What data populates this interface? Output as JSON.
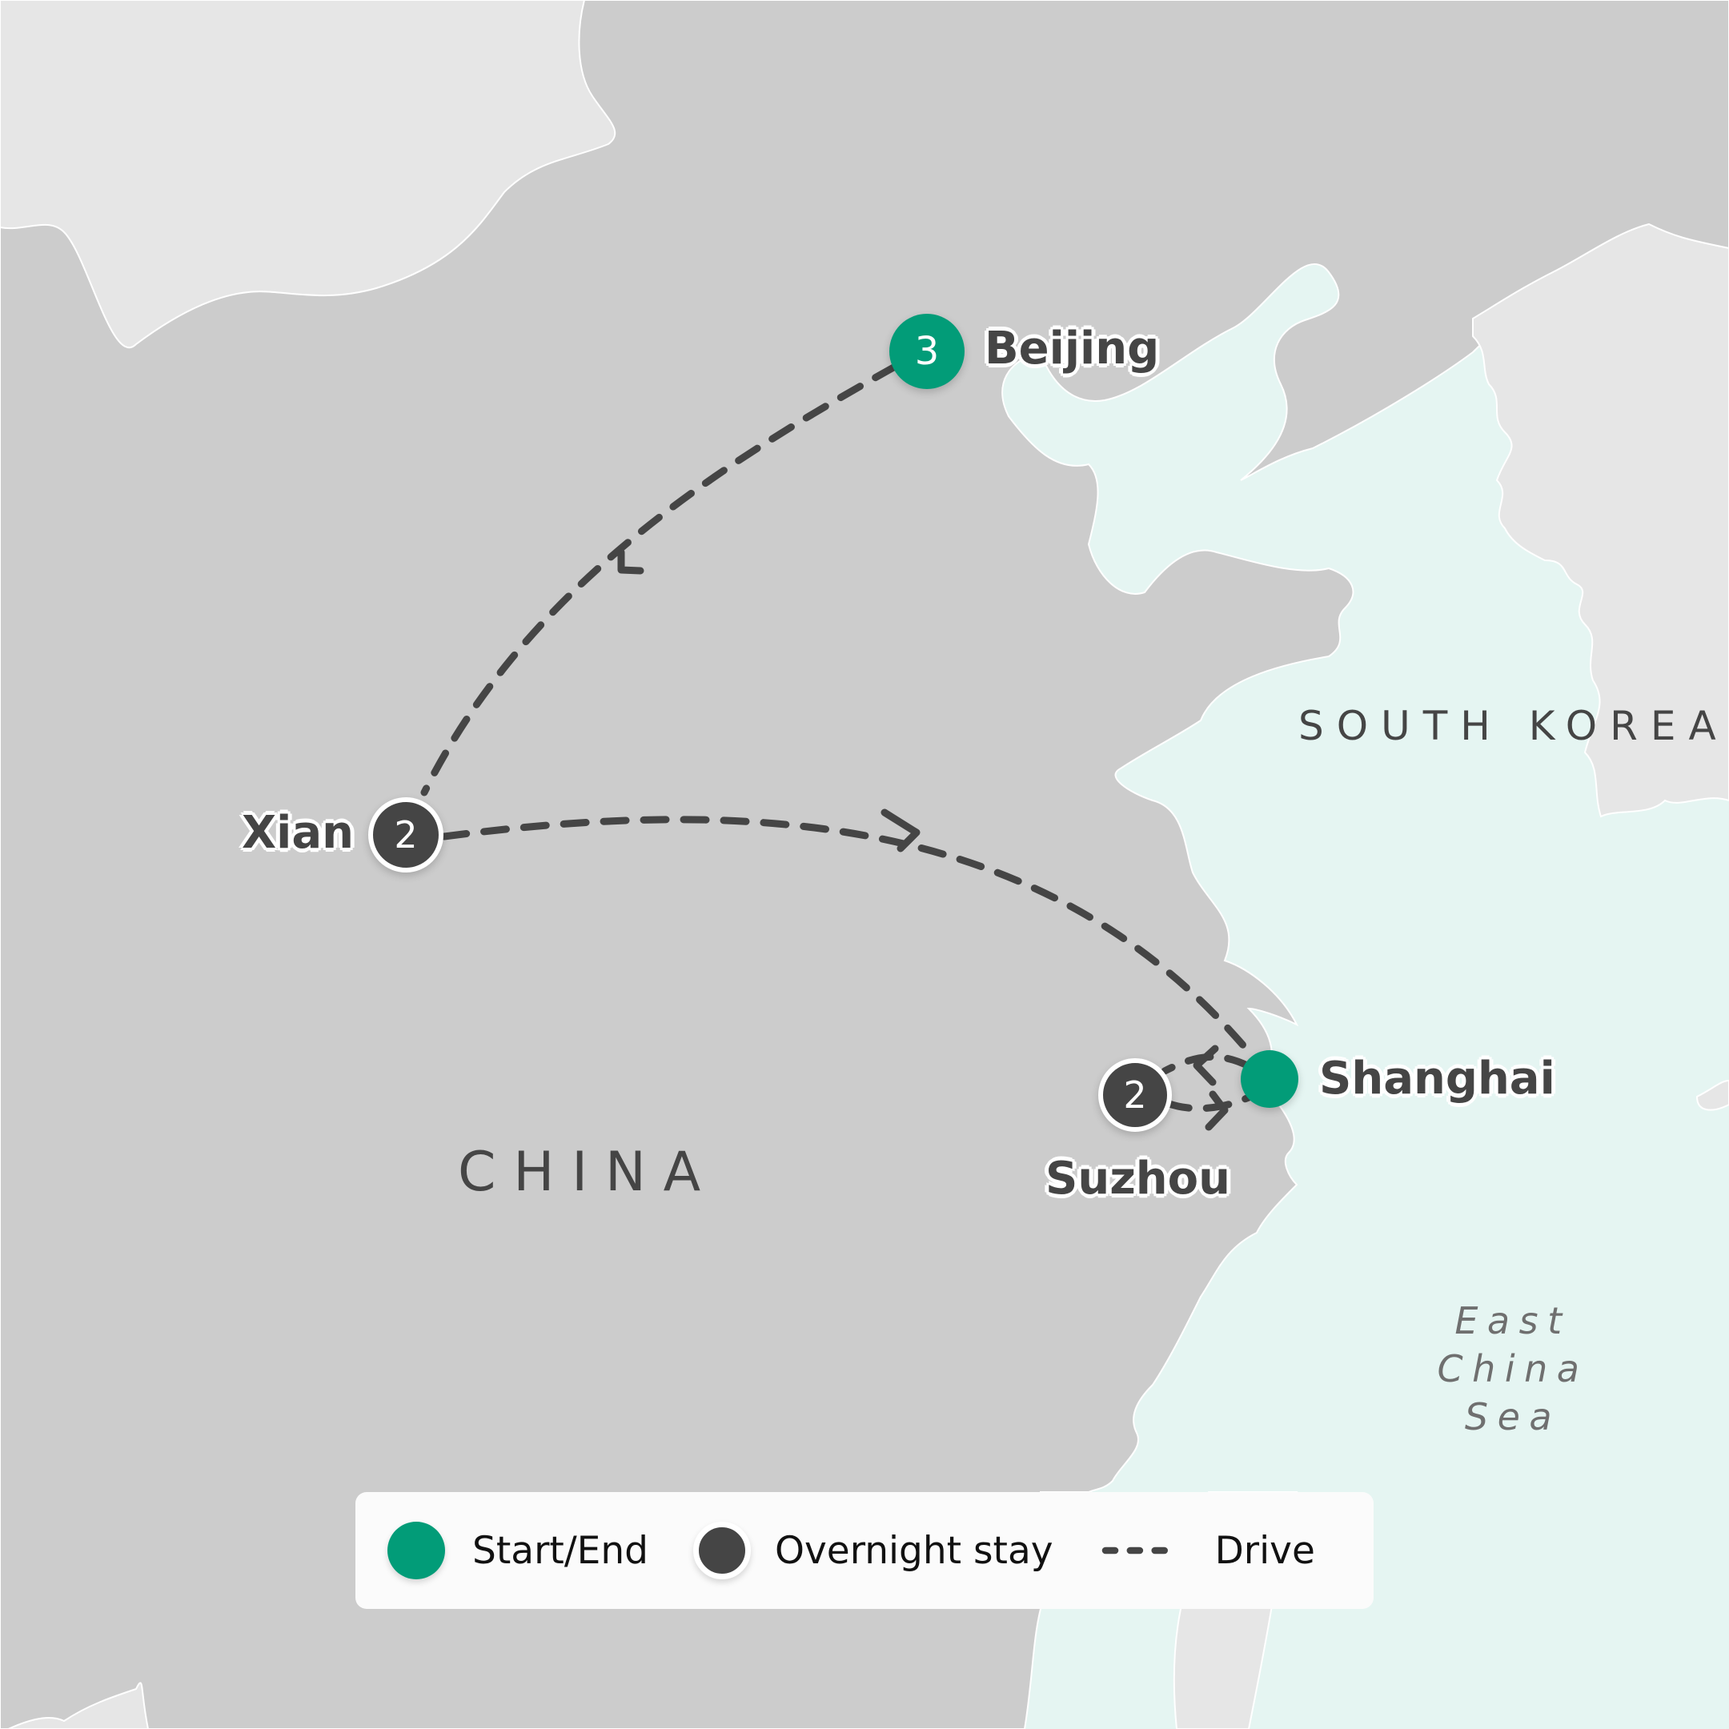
{
  "map": {
    "colors": {
      "sea": "#e5f5f2",
      "china_land": "#cccccc",
      "foreign_land": "#e6e6e6",
      "coast_outline": "#ffffff",
      "start_end": "#029c78",
      "overnight": "#454545",
      "route": "#454545",
      "label_text": "#454545",
      "sea_label": "#6f6f6f",
      "legend_bg": "#fbfbfb"
    },
    "country_labels": {
      "china": "CHINA",
      "south_korea": "SOUTH KOREA"
    },
    "sea_label": "East\nChina\nSea",
    "cities": [
      {
        "name": "Beijing",
        "type": "start_end",
        "nights": "3"
      },
      {
        "name": "Xian",
        "type": "overnight",
        "nights": "2"
      },
      {
        "name": "Shanghai",
        "type": "start_end",
        "nights": ""
      },
      {
        "name": "Suzhou",
        "type": "overnight",
        "nights": "2"
      }
    ],
    "route": [
      {
        "from": "Beijing",
        "to": "Xian",
        "mode": "Drive"
      },
      {
        "from": "Xian",
        "to": "Shanghai",
        "mode": "Drive"
      },
      {
        "from": "Shanghai",
        "to": "Suzhou",
        "mode": "Drive"
      },
      {
        "from": "Suzhou",
        "to": "Shanghai",
        "mode": "Drive"
      }
    ]
  },
  "legend": {
    "start_end": "Start/End",
    "overnight": "Overnight stay",
    "drive": "Drive"
  }
}
